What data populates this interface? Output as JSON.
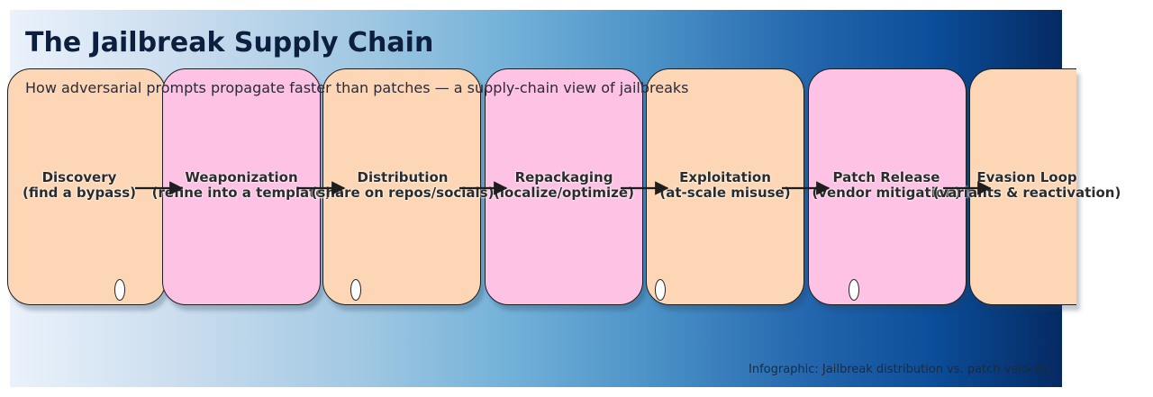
{
  "title": "The Jailbreak Supply Chain",
  "subtitle": "How adversarial prompts propagate faster than patches — a supply-chain view of jailbreaks",
  "footer": "Infographic: Jailbreak distribution vs. patch velocity",
  "colors": {
    "stage_peach": "#fdd7b5",
    "stage_pink": "#fdc2e4",
    "title": "#0c1f3f",
    "gradient_start": "#eaf2fb",
    "gradient_end": "#052a63"
  },
  "stages": [
    {
      "name": "Discovery",
      "detail": "(find a bypass)",
      "color": "peach"
    },
    {
      "name": "Weaponization",
      "detail": "(refine into a template)",
      "color": "pink"
    },
    {
      "name": "Distribution",
      "detail": "(share on repos/socials)",
      "color": "peach"
    },
    {
      "name": "Repackaging",
      "detail": "(localize/optimize)",
      "color": "pink"
    },
    {
      "name": "Exploitation",
      "detail": "(at-scale misuse)",
      "color": "peach"
    },
    {
      "name": "Patch Release",
      "detail": "(vendor mitigation)",
      "color": "pink"
    },
    {
      "name": "Evasion Loop",
      "detail": "(variants & reactivation)",
      "color": "peach"
    }
  ]
}
